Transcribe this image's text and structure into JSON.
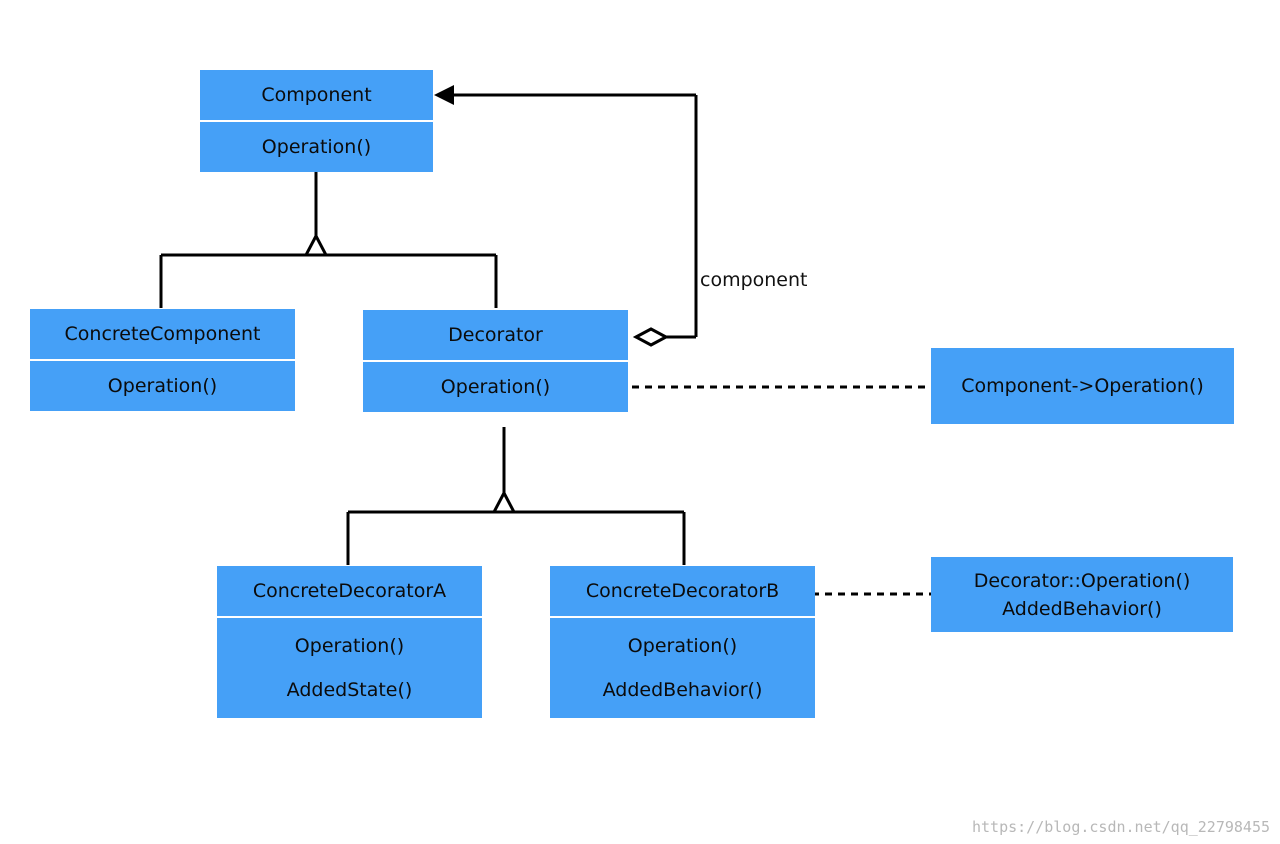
{
  "classes": {
    "component": {
      "name": "Component",
      "ops": [
        "Operation()"
      ]
    },
    "concrete_component": {
      "name": "ConcreteComponent",
      "ops": [
        "Operation()"
      ]
    },
    "decorator": {
      "name": "Decorator",
      "ops": [
        "Operation()"
      ]
    },
    "concrete_decorator_a": {
      "name": "ConcreteDecoratorA",
      "ops": [
        "Operation()",
        "AddedState()"
      ]
    },
    "concrete_decorator_b": {
      "name": "ConcreteDecoratorB",
      "ops": [
        "Operation()",
        "AddedBehavior()"
      ]
    }
  },
  "notes": {
    "decorator_operation": [
      "Component->Operation()"
    ],
    "concrete_decorator_b_operation": [
      "Decorator::Operation()",
      "AddedBehavior()"
    ]
  },
  "association_label": "component",
  "watermark": "https://blog.csdn.net/qq_22798455",
  "colors": {
    "box_fill": "#45a0f7",
    "line": "#000000"
  }
}
